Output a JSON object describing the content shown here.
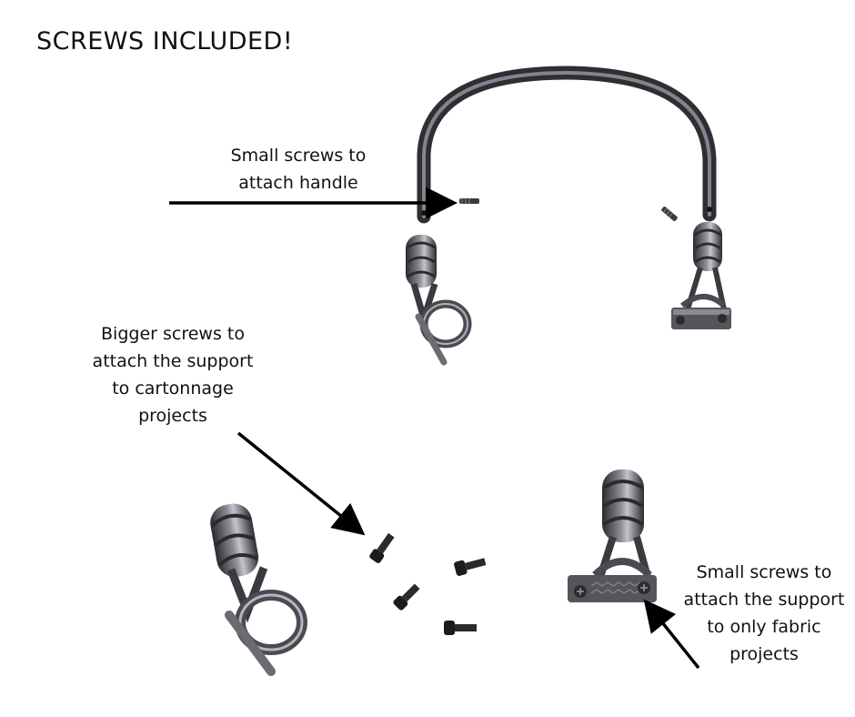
{
  "title": "SCREWS INCLUDED!",
  "annotations": {
    "handle": [
      "Small screws to",
      "attach handle"
    ],
    "bigger": [
      "Bigger  screws to",
      "attach the support",
      "to cartonnage",
      "projects"
    ],
    "fabric": [
      "Small screws to",
      "attach the support",
      "to only fabric",
      "projects"
    ]
  },
  "colors": {
    "metal_dark": "#2e2e33",
    "metal_mid": "#5c5c63",
    "metal_light": "#a9a9b0",
    "screw": "#1c1c20",
    "arrow": "#000000",
    "text": "#111111"
  }
}
